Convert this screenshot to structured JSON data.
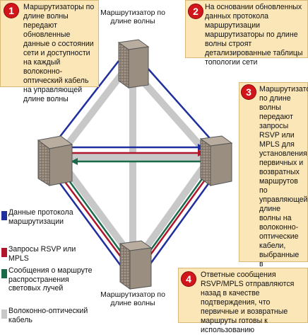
{
  "colors": {
    "fiber": "#c8c8c8",
    "routing_data": "#1f2f9e",
    "rsvp_mpls": "#b0162b",
    "light_path": "#1a6a4a",
    "callout_bg": "#fbe6b8",
    "badge": "#d2141b"
  },
  "routers": {
    "top_label": "Маршрутизатор по длине волны",
    "bottom_label": "Маршрутизатор по длине волны"
  },
  "callouts": [
    {
      "number": "1",
      "text": "Маршрутизаторы по длине волны передают обновленные данные о состоянии сети и доступности на каждый волоконно-оптический кабель на управляющей длине волны"
    },
    {
      "number": "2",
      "text": "На основании обновленных данных протокола маршрутизации маршрутизаторы по длине волны строят детализированные таблицы топологии сети"
    },
    {
      "number": "3",
      "text": "Маршрутизаторы по длине волны передают запросы RSVP или MPLS для установления первичных и возвратных маршрутов по управляющей длине волны на волоконно-оптические кабели, выбранные в соответствии с таблицей"
    },
    {
      "number": "4",
      "text": "Ответные сообщения RSVP/MPLS отправляются назад в качестве подтверждения, что первичные и возвратные маршруты готовы к использованию"
    }
  ],
  "legend": [
    {
      "label": "Данные протокола маршрутизации",
      "color": "#1f2f9e"
    },
    {
      "label": "Запросы RSVP или MPLS",
      "color": "#b0162b"
    },
    {
      "label": "Сообщения о маршруте распространения световых лучей",
      "color": "#1a6a4a"
    },
    {
      "label": "Волоконно-оптический кабель",
      "color": "#c8c8c8"
    }
  ]
}
